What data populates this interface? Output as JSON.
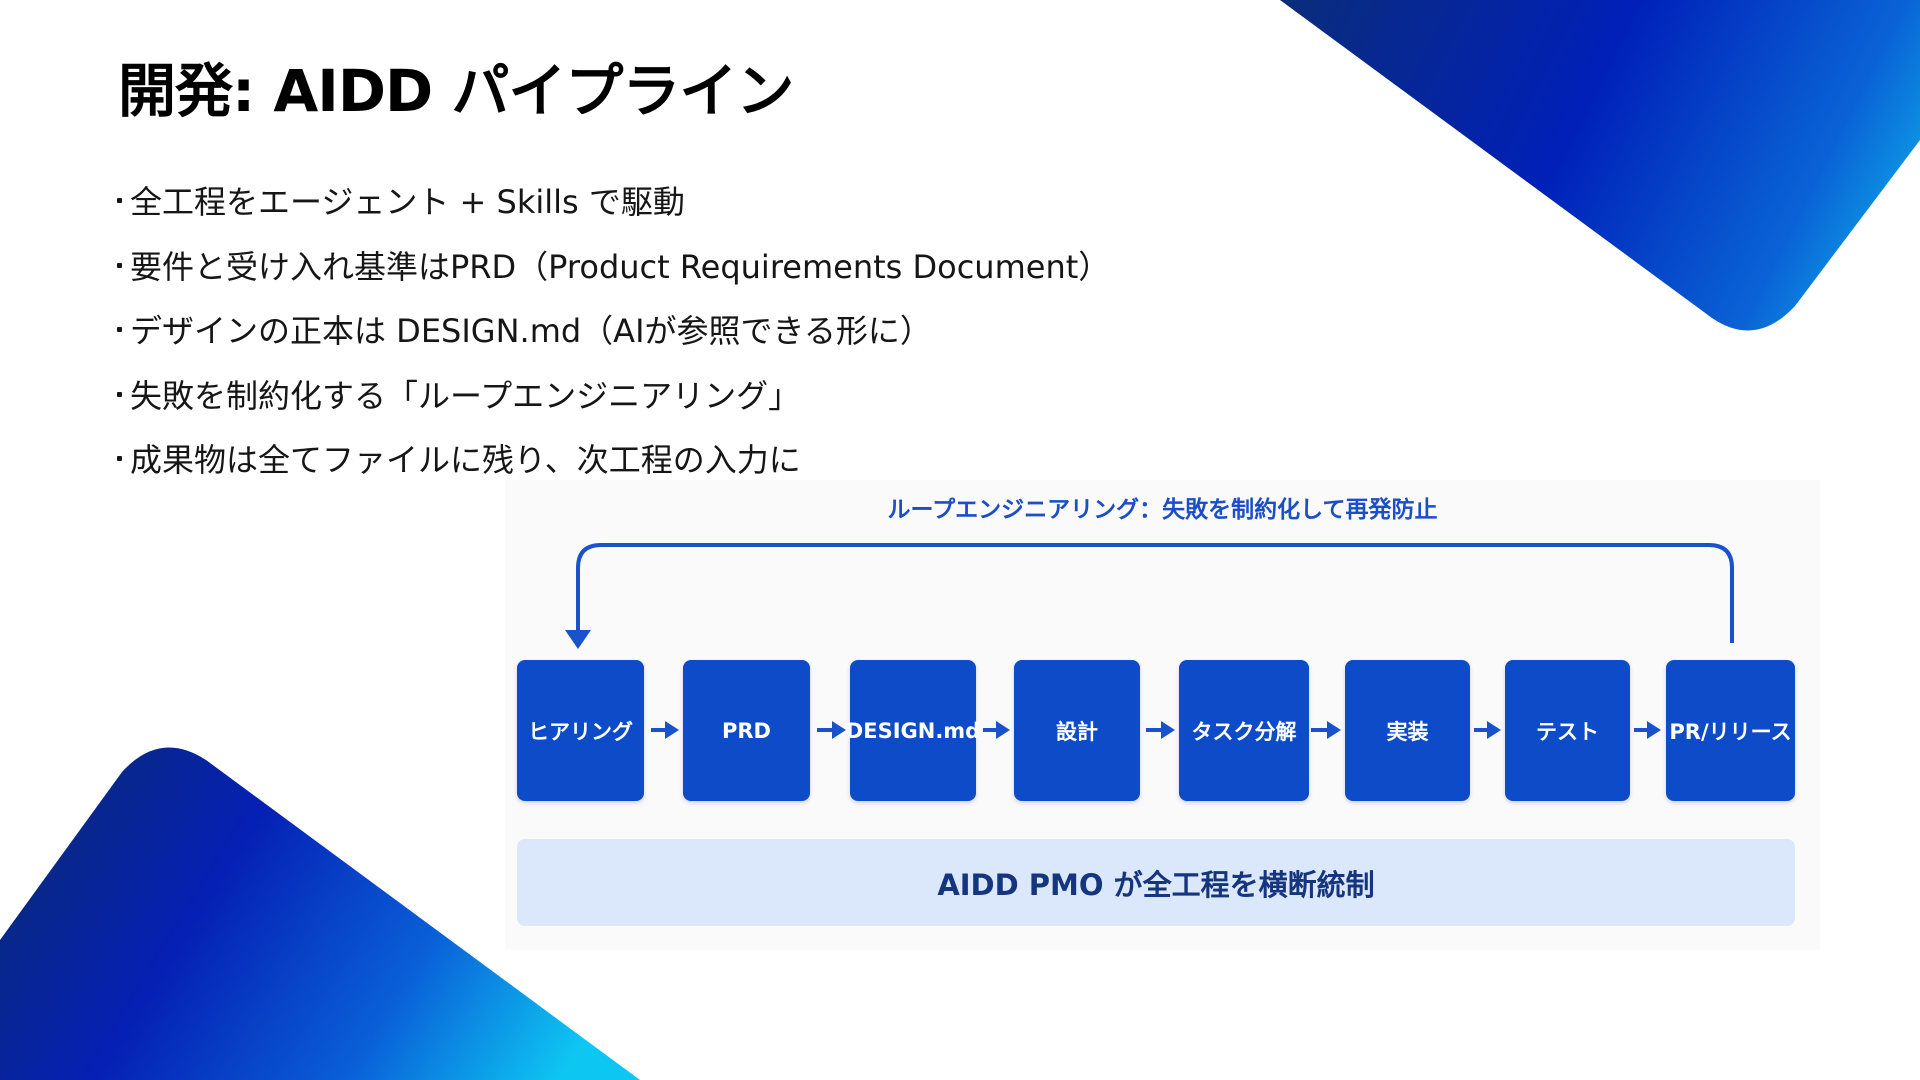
{
  "slide": {
    "title": "開発: AIDD パイプライン",
    "bullets": [
      "全工程をエージェント + Skills で駆動",
      "要件と受け入れ基準はPRD（Product Requirements Document）",
      "デザインの正本は DESIGN.md（AIが参照できる形に）",
      "失敗を制約化する「ループエンジニアリング」",
      "成果物は全てファイルに残り、次工程の入力に"
    ]
  },
  "diagram": {
    "loop_label": "ループエンジニアリング：失敗を制約化して再発防止",
    "steps": [
      "ヒアリング",
      "PRD",
      "DESIGN.md",
      "設計",
      "タスク分解",
      "実装",
      "テスト",
      "PR/リリース"
    ],
    "pmo_label": "AIDD PMO が全工程を横断統制"
  },
  "colors": {
    "step_fill": "#0d4bc8",
    "arrow": "#1a52cc",
    "loop_label": "#1c4ec6",
    "pmo_bar": "#dbe7fb",
    "pmo_text": "#15357f",
    "accent_dark": "#0a2ea6",
    "accent_light": "#00b4ee"
  }
}
